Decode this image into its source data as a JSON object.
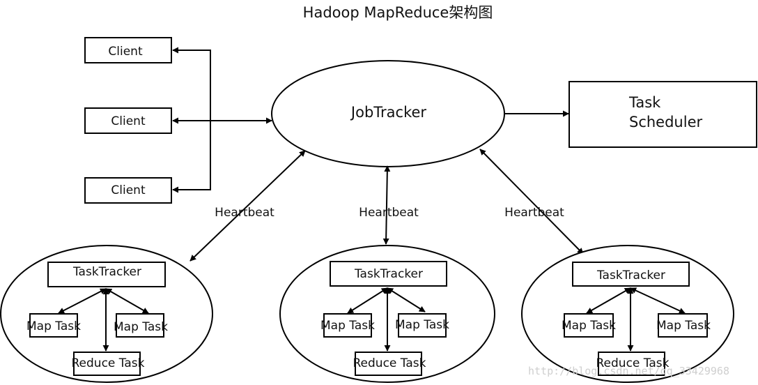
{
  "title": "Hadoop MapReduce架构图",
  "client_label": "Client",
  "jobtracker_label": "JobTracker",
  "scheduler": {
    "line1": "Task",
    "line2": "Scheduler"
  },
  "heartbeat_label": "Heartbeat",
  "tasktracker_label": "TaskTracker",
  "map_task_label": "Map Task",
  "reduce_task_label": "Reduce Task",
  "watermark": "http://blog.csdn.net/qq_33429968"
}
